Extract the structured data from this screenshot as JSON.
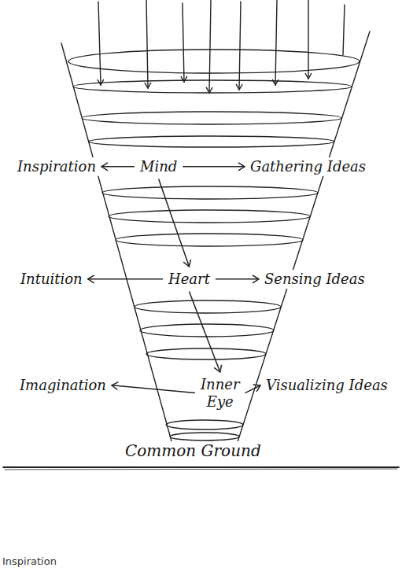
{
  "diagram": {
    "caption": "Inspiration",
    "nodes": [
      {
        "text": [
          "Inspiration"
        ]
      },
      {
        "text": [
          "Mind"
        ]
      },
      {
        "text": [
          "Gathering Ideas"
        ]
      },
      {
        "text": [
          "Intuition"
        ]
      },
      {
        "text": [
          "Heart"
        ]
      },
      {
        "text": [
          "Sensing Ideas"
        ]
      },
      {
        "text": [
          "Imagination"
        ]
      },
      {
        "text": [
          "Inner Eye"
        ]
      },
      {
        "text": [
          "Visualizing Ideas"
        ]
      }
    ],
    "edges": [
      {
        "from": 1,
        "to": 0,
        "arrow": "to"
      },
      {
        "from": 1,
        "to": 2,
        "arrow": "to"
      },
      {
        "from": 1,
        "to": 4,
        "arrow": "to"
      },
      {
        "from": 4,
        "to": 3,
        "arrow": "to"
      },
      {
        "from": 4,
        "to": 5,
        "arrow": "to"
      },
      {
        "from": 4,
        "to": 7,
        "arrow": "to"
      },
      {
        "from": 7,
        "to": 6,
        "arrow": "to"
      },
      {
        "from": 7,
        "to": 8,
        "arrow": "to"
      }
    ],
    "labels": [
      "Common Ground"
    ]
  }
}
